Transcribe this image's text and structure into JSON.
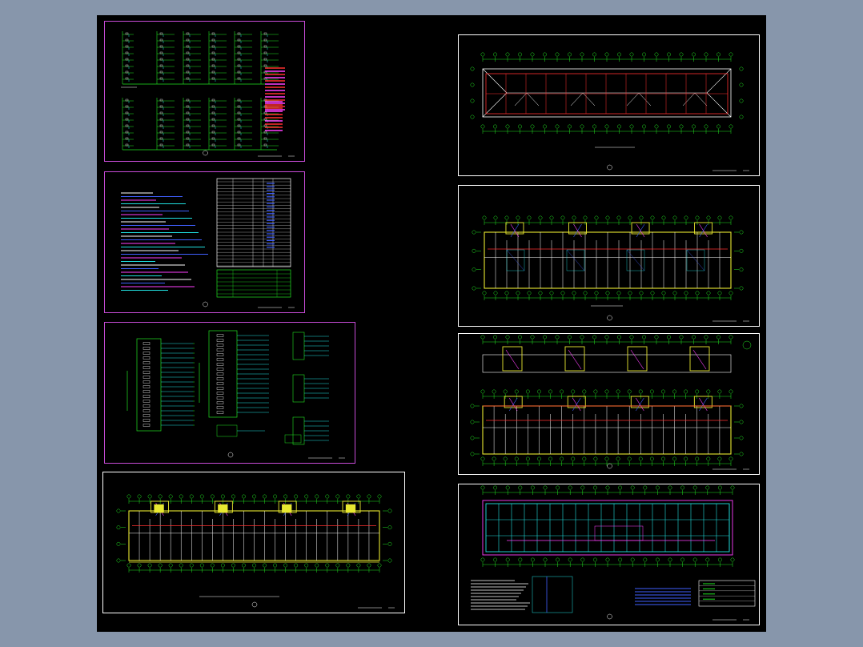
{
  "app": {
    "view": "cad-model-space",
    "colors": {
      "workspace_border": "#8796ab",
      "canvas": "#000000",
      "frame_magenta": "#c84cd8",
      "frame_white": "#ffffff",
      "line_green": "#22e322",
      "line_yellow": "#e8e830",
      "line_red": "#ff3030",
      "line_cyan": "#20e0e0",
      "line_magenta": "#ff40ff",
      "line_blue": "#4060ff",
      "text_white": "#ffffff"
    }
  },
  "sheets": [
    {
      "id": "system-diagram",
      "kind": "riser",
      "frame": "magenta"
    },
    {
      "id": "design-notes",
      "kind": "notes",
      "frame": "magenta"
    },
    {
      "id": "distribution-boxes",
      "kind": "schedule",
      "frame": "magenta"
    },
    {
      "id": "ground-floor-plan",
      "kind": "plan",
      "frame": "white"
    },
    {
      "id": "roof-plan",
      "kind": "plan-roof",
      "frame": "white"
    },
    {
      "id": "standard-floor-plan",
      "kind": "plan",
      "frame": "white"
    },
    {
      "id": "stair-floor-plan",
      "kind": "plan-double",
      "frame": "white"
    },
    {
      "id": "foundation-grounding-plan",
      "kind": "plan-grounding",
      "frame": "white"
    }
  ]
}
